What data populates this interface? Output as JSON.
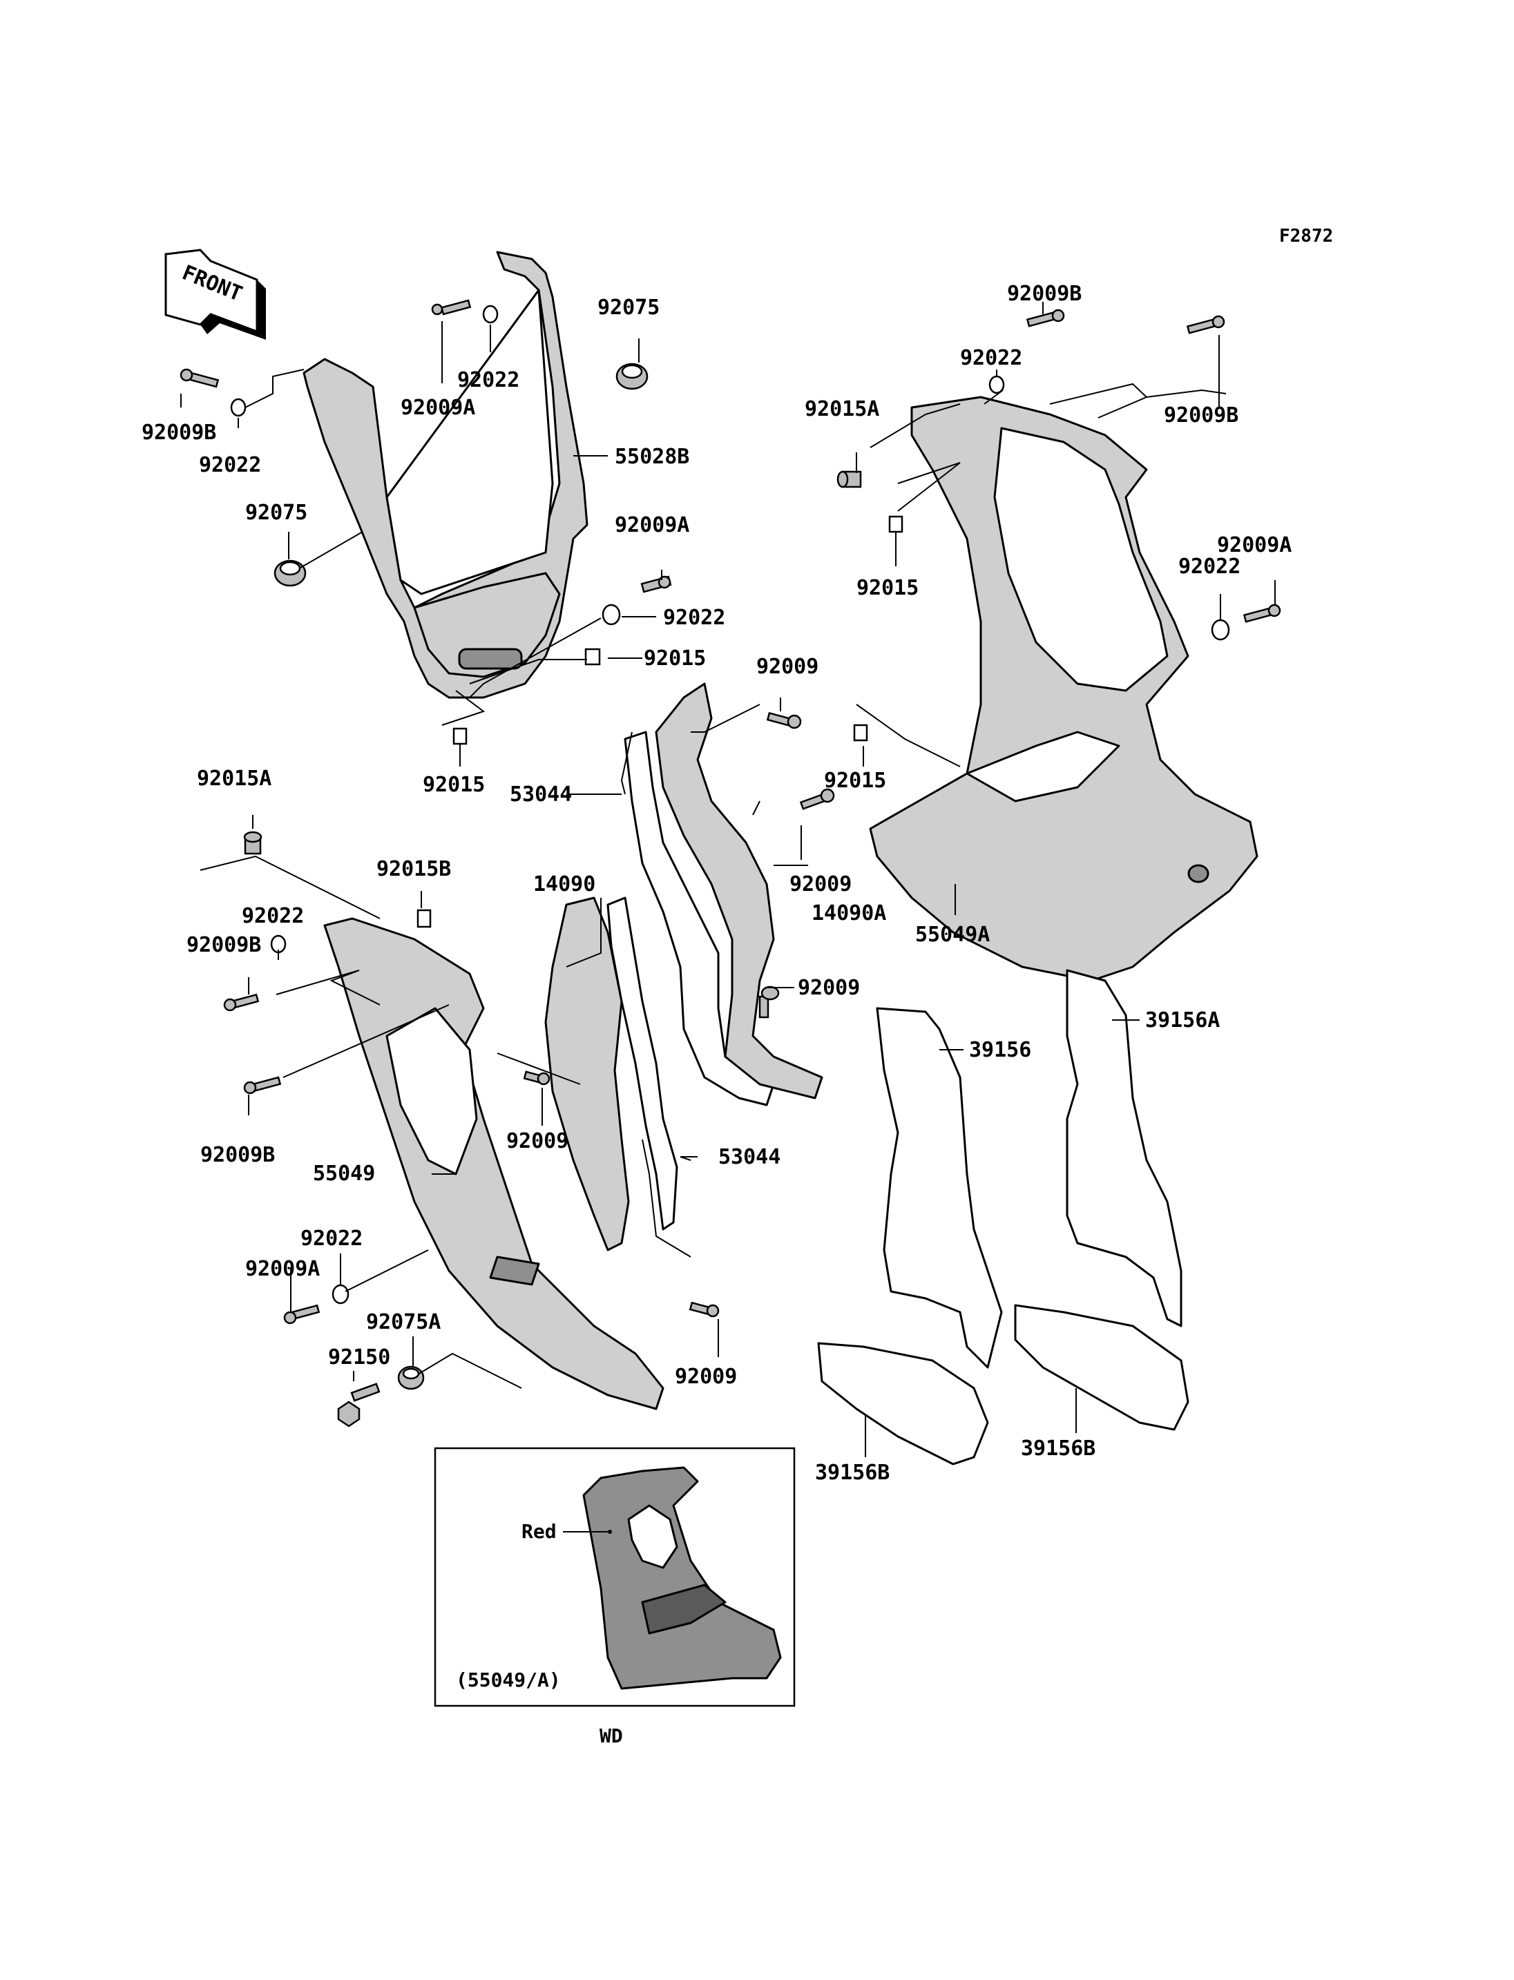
{
  "figure_ref": "F2872",
  "front_label": "FRONT",
  "inset": {
    "caption": "(55049/A)",
    "color_label": "Red",
    "model_label": "WD"
  },
  "labels": {
    "l92075_top": "92075",
    "l92022_top": "92022",
    "l92009A_top": "92009A",
    "l55028B": "55028B",
    "l92009B_left": "92009B",
    "l92022_left": "92022",
    "l92075_left": "92075",
    "l92009A_mid": "92009A",
    "l92022_mid": "92022",
    "l92015_mid": "92015",
    "l92015_under": "92015",
    "l92009B_r1": "92009B",
    "l92022_r": "92022",
    "l92009B_r2": "92009B",
    "l92015A_r": "92015A",
    "l92015_r": "92015",
    "l92009A_r": "92009A",
    "l92022_r2": "92022",
    "l92009_c1": "92009",
    "l53044_top": "53044",
    "l92015_r2": "92015",
    "l92009_c2": "92009",
    "l14090A": "14090A",
    "l55049A": "55049A",
    "l92015A_l": "92015A",
    "l92015B": "92015B",
    "l14090": "14090",
    "l92022_l2": "92022",
    "l92009B_l2": "92009B",
    "l92009_c3": "92009",
    "l39156": "39156",
    "l39156A": "39156A",
    "l92009B_l3": "92009B",
    "l92009_c4": "92009",
    "l53044_bot": "53044",
    "l55049": "55049",
    "l92022_l3": "92022",
    "l92009A_l3": "92009A",
    "l92075A": "92075A",
    "l92150": "92150",
    "l92009_c5": "92009",
    "l39156B_l": "39156B",
    "l39156B_r": "39156B"
  },
  "icons": [
    "front-arrow-icon",
    "bolt-icon",
    "washer-icon",
    "grommet-icon",
    "clip-nut-icon"
  ]
}
